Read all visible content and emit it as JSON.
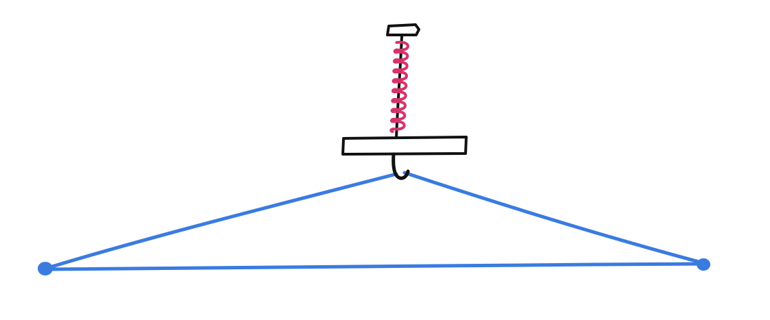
{
  "diagram": {
    "kind": "hand-drawn sketch",
    "components": [
      "ceiling-mount",
      "spring",
      "rod",
      "crossbar",
      "hook",
      "string-triangle",
      "left-anchor-point",
      "right-anchor-point"
    ],
    "colors": {
      "ink": "#111111",
      "spring": "#d6336c",
      "strings": "#3a7be0",
      "background": "#ffffff"
    },
    "spring_coils": 9
  }
}
